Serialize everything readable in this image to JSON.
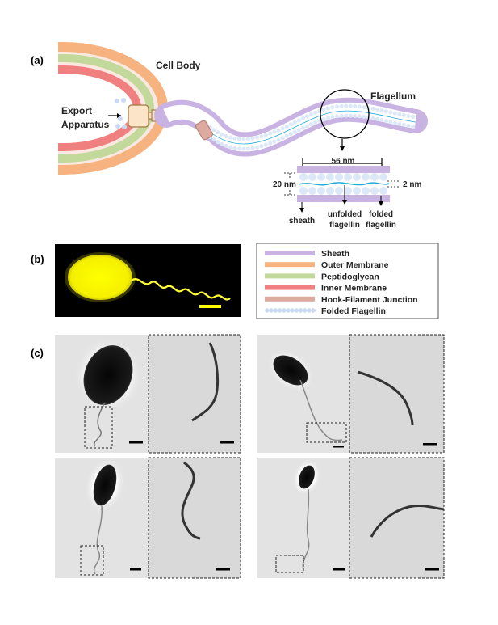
{
  "panel_a": {
    "label": "(a)",
    "cell_body": "Cell Body",
    "export_apparatus_line1": "Export",
    "export_apparatus_line2": "Apparatus",
    "flagellum": "Flagellum",
    "dim_width": "56 nm",
    "dim_height": "20 nm",
    "dim_gap": "2 nm",
    "sheath": "sheath",
    "unfolded_line1": "unfolded",
    "unfolded_line2": "flagellin",
    "folded_line1": "folded",
    "folded_line2": "flagellin"
  },
  "panel_b": {
    "label": "(b)"
  },
  "legend": {
    "items": [
      {
        "label": "Sheath",
        "color": "#c9b3e3"
      },
      {
        "label": "Outer Membrane",
        "color": "#f6b380"
      },
      {
        "label": "Peptidoglycan",
        "color": "#c3d99b"
      },
      {
        "label": "Inner Membrane",
        "color": "#f08080"
      },
      {
        "label": "Hook-Filament Junction",
        "color": "#ddaaa0"
      },
      {
        "label": "Folded Flagellin",
        "color": "#c8daf5"
      }
    ]
  },
  "panel_c": {
    "label": "(c)"
  },
  "colors": {
    "sheath": "#c9b3e3",
    "outer_membrane": "#f6b380",
    "peptidoglycan": "#c3d99b",
    "inner_membrane": "#f08080",
    "cell_fill": "#f9e2dc",
    "fluorescence": "#ffff00",
    "flagellin": "#dce8f8",
    "unfolded": "#22aadd"
  }
}
